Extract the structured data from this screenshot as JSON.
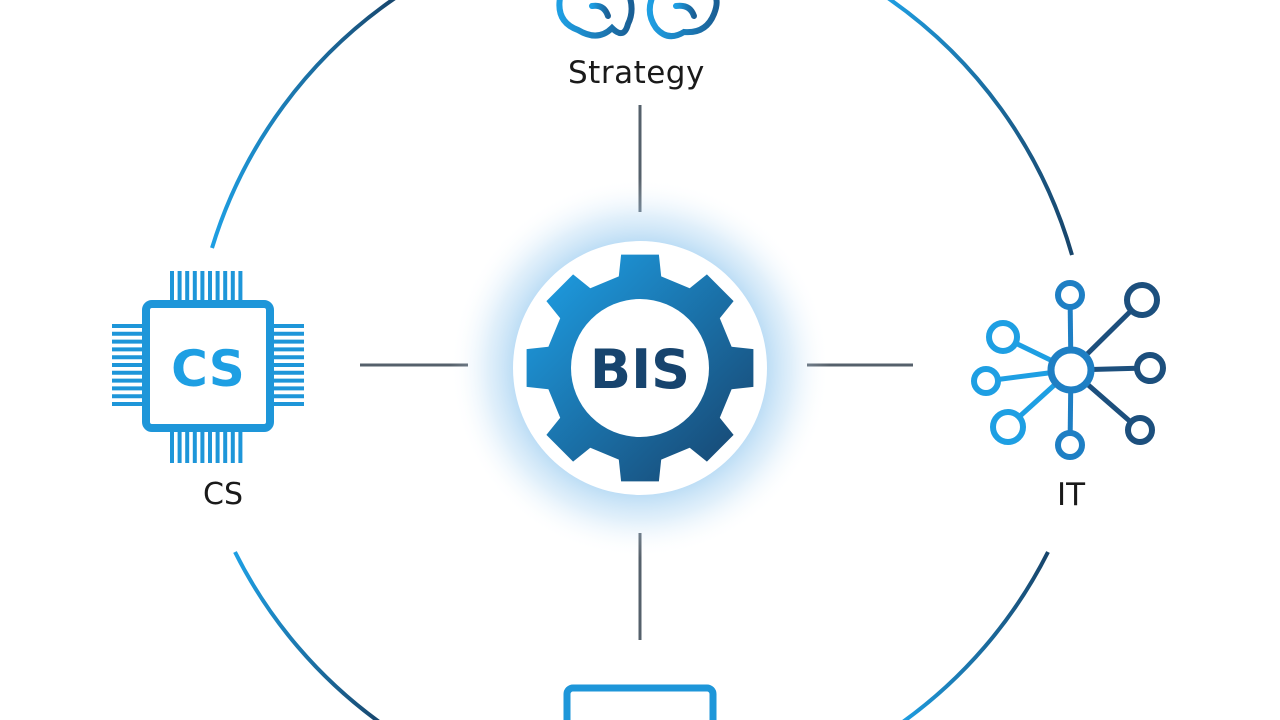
{
  "diagram": {
    "center": {
      "text": "BIS"
    },
    "chip": {
      "text": "CS"
    },
    "nodes": {
      "top": {
        "label": "Strategy",
        "icon": "brain-icon"
      },
      "left": {
        "label": "CS",
        "icon": "chip-icon"
      },
      "right": {
        "label": "IT",
        "icon": "network-icon"
      },
      "bottom": {
        "label": "",
        "icon": "monitor-icon"
      }
    }
  },
  "colors": {
    "accent_light": "#1e9fe3",
    "accent_mid": "#1a6fb5",
    "accent_dark": "#18456b",
    "connector": "#55606b",
    "text": "#1a1a1a"
  }
}
